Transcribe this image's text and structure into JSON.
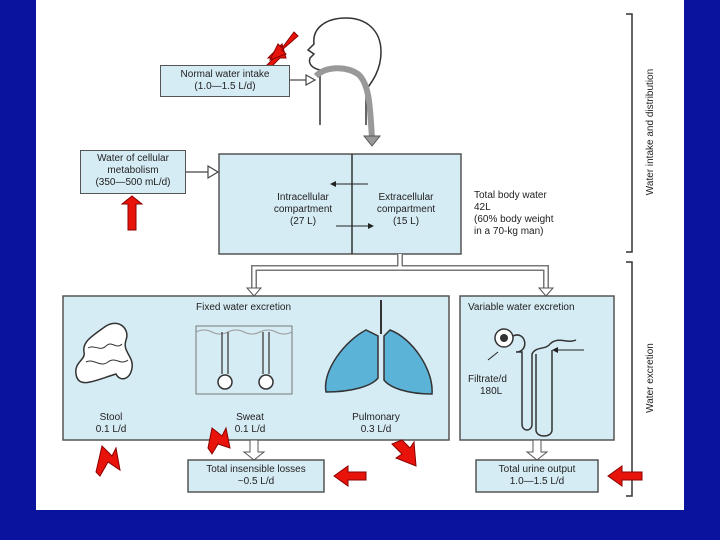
{
  "labels": {
    "normal_intake": [
      "Normal water intake",
      "(1.0—1.5 L/d)"
    ],
    "cellular_metabolism": [
      "Water of cellular",
      "metabolism",
      "(350—500 mL/d)"
    ],
    "intracellular": [
      "Intracellular",
      "compartment",
      "(27 L)"
    ],
    "extracellular": [
      "Extracellular",
      "compartment",
      "(15 L)"
    ],
    "total_body_water": [
      "Total body water",
      "42L",
      "(60% body weight",
      "in a 70-kg man)"
    ],
    "fixed_excretion": "Fixed water excretion",
    "variable_excretion": "Variable water excretion",
    "stool": [
      "Stool",
      "0.1 L/d"
    ],
    "sweat": [
      "Sweat",
      "0.1 L/d"
    ],
    "pulmonary": [
      "Pulmonary",
      "0.3 L/d"
    ],
    "filtrate": [
      "Filtrate/d",
      "180L"
    ],
    "insensible_losses": [
      "Total insensible losses",
      "~0.5 L/d"
    ],
    "urine_output": [
      "Total urine output",
      "1.0—1.5 L/d"
    ],
    "side_intake": "Water intake and distribution",
    "side_excretion": "Water excretion"
  },
  "colors": {
    "background": "#0a139e",
    "fluid": "#d6ecf5",
    "arrow_red": "#e8140c",
    "lung": "#5cb3d8"
  },
  "icons": [
    "head-silhouette",
    "intestine-icon",
    "sweat-gland-icon",
    "lungs-icon",
    "nephron-icon",
    "red-arrow-icon"
  ]
}
